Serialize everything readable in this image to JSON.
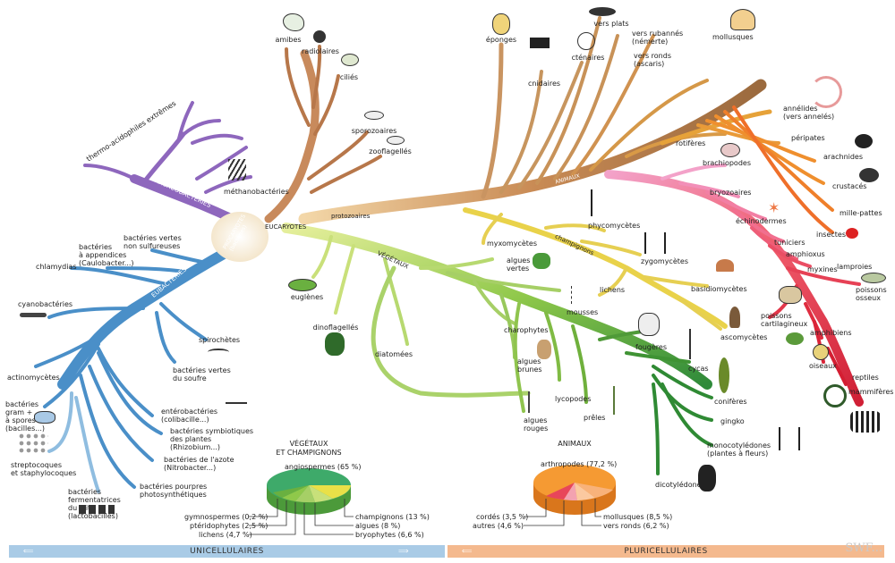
{
  "core": {
    "eucaryotes": "EUCARYOTES",
    "procaryotes": "PROCARYOTES",
    "procaryotes_sub": "(bactéries)",
    "archeo": "ARCHÉOBACTÉRIES",
    "eubacteries": "EUBACTÉRIES",
    "protozoaires": "protozoaires",
    "vegetaux": "VÉGÉTAUX",
    "animaux": "ANIMAUX",
    "champignons": "champignons"
  },
  "labels": {
    "amibes": "amibes",
    "radiolaires": "radiolaires",
    "cilies": "ciliés",
    "sporozoaires": "sporozoaires",
    "zooflagelles": "zooflagellés",
    "thermo": "thermo-acidophiles extrêmes",
    "methano": "méthanobactéries",
    "bact_vertes_ns": "bactéries vertes\nnon sulfureuses",
    "bact_appendices": "bactéries\nà appendices\n(Caulobacter...)",
    "chlamydias": "chlamydias",
    "cyanobacteries": "cyanobactéries",
    "spirochetes": "spirochètes",
    "bact_vertes_soufre": "bactéries vertes\ndu soufre",
    "actinomycetes": "actinomycètes",
    "bact_gram": "bactéries\ngram +\nà spores\n(bacilles...)",
    "enterobacteries": "entérobactéries\n(colibacille...)",
    "bact_symbiotiques": "bactéries symbiotiques\ndes plantes\n(Rhizobium...)",
    "bact_azote": "bactéries de l'azote\n(Nitrobacter...)",
    "strepto": "streptocoques\net staphylocoques",
    "bact_pourpres": "bactéries pourpres\nphotosynthétiques",
    "bact_ferment": "bactéries\nfermentatrices\ndu lait\n(lactobacilles)",
    "euglenes": "euglènes",
    "dinoflagelles": "dinoflagellés",
    "diatomees": "diatomées",
    "algues_vertes": "algues\nvertes",
    "mousses": "mousses",
    "charophytes": "charophytes",
    "algues_brunes": "algues\nbrunes",
    "lycopodes": "lycopodes",
    "algues_rouges": "algues\nrouges",
    "preles": "prêles",
    "fougeres": "fougères",
    "cycas": "cycas",
    "coniferes": "conifères",
    "gingko": "gingko",
    "monocot": "monocotylédones\n(plantes à fleurs)",
    "dicot": "dicotylédones",
    "myxomycetes": "myxomycètes",
    "phycomycetes": "phycomycètes",
    "zygomycetes": "zygomycètes",
    "lichens": "lichens",
    "basidiomycetes": "basidiomycètes",
    "ascomycetes": "ascomycètes",
    "eponges": "éponges",
    "cnidaires": "cnidaires",
    "ctenaires": "cténaires",
    "vers_plats": "vers plats",
    "vers_rubannes": "vers rubannés\n(némerte)",
    "vers_ronds": "vers ronds\n(ascaris)",
    "mollusques": "mollusques",
    "annelides": "annélides\n(vers annelés)",
    "rotiferes": "rotifères",
    "peripates": "péripates",
    "arachnides": "arachnides",
    "brachiopodes": "brachiopodes",
    "crustaces": "crustacés",
    "bryozoaires": "bryozoaires",
    "mille_pattes": "mille-pattes",
    "echinodermes": "échinodermes",
    "insectes": "insectes",
    "tuniciers": "tuniciers",
    "amphioxus": "amphioxus",
    "myxines": "myxines",
    "lamproies": "lamproies",
    "poissons_osseux": "poissons\nosseux",
    "poissons_cart": "poissons\ncartilagineux",
    "amphibiens": "amphibiens",
    "oiseaux": "oiseaux",
    "reptiles": "reptiles",
    "mammiferes": "mammifères"
  },
  "pie_vegetaux": {
    "title": "VÉGÉTAUX\nET CHAMPIGNONS",
    "main": "angiospermes (65 %)",
    "l1": "gymnospermes (0,2 %)",
    "l2": "ptéridophytes (2,5 %)",
    "l3": "lichens (4,7 %)",
    "r1": "champignons (13 %)",
    "r2": "algues (8 %)",
    "r3": "bryophytes (6,6 %)"
  },
  "pie_animaux": {
    "title": "ANIMAUX",
    "main": "arthropodes (77,2 %)",
    "l1": "cordés (3,5 %)",
    "l2": "autres (4,6 %)",
    "r1": "mollusques (8,5 %)",
    "r2": "vers ronds (6,2 %)"
  },
  "footer": {
    "left": "UNICELLULAIRES",
    "right": "PLURICELLULAIRES",
    "watermark": "SWF..."
  },
  "colors": {
    "proto": "#b86a3c",
    "archeo": "#8a63b8",
    "eubact": "#4a90c8",
    "vegetaux": "#7cbf3a",
    "champ": "#e0c53a",
    "animaux_warm": "#f08c2a",
    "animaux_red": "#e0394a"
  }
}
